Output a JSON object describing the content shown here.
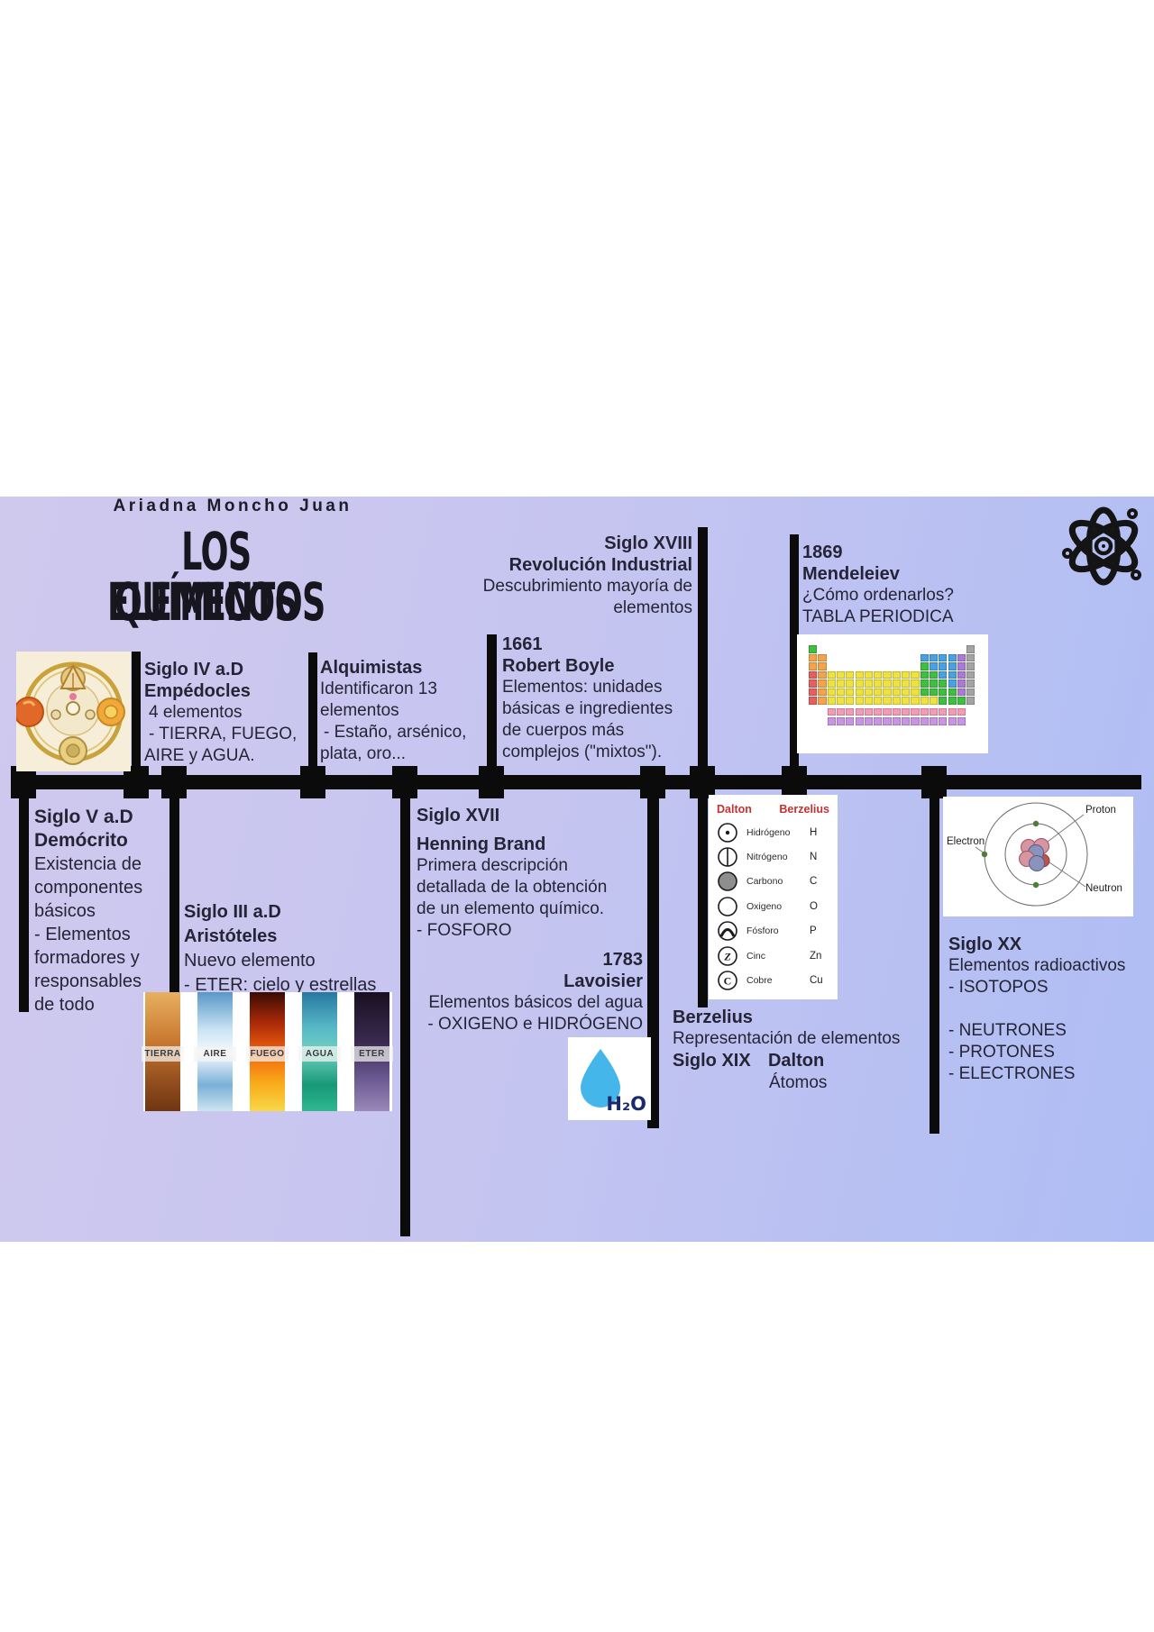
{
  "colors": {
    "bg_left": "#d0c9ee",
    "bg_right": "#aebdf4",
    "ink": "#252436",
    "timeline_black": "#0b0b0b",
    "dalton_header_red": "#c53030",
    "water_drop_blue": "#45b6ea",
    "h2o_text_navy": "#1b2a6b"
  },
  "header": {
    "author": "Ariadna Moncho Juan",
    "title_line1": "LOS ELEMENTOS",
    "title_line2": "QUÍMICOS"
  },
  "icons": {
    "top_right": "atom",
    "lavoisier_box": "water-drop"
  },
  "events": {
    "siglo18": {
      "l1": "Siglo XVIII",
      "l2": "Revolución Industrial",
      "l3": "Descubrimiento mayoría de",
      "l4": "elementos"
    },
    "mendeleiev": {
      "l1": "1869",
      "l2": "Mendeleiev",
      "l3": "¿Cómo ordenarlos?",
      "l4": "TABLA PERIODICA"
    },
    "empedocles": {
      "l1": "Siglo IV a.D",
      "l2": "Empédocles",
      "l3": "4 elementos",
      "l4": "- TIERRA, FUEGO,",
      "l5": "AIRE y AGUA."
    },
    "alquimistas": {
      "l1": "Alquimistas",
      "l2": "Identificaron 13",
      "l3": "elementos",
      "l4": "- Estaño, arsénico,",
      "l5": "plata, oro..."
    },
    "boyle": {
      "l1": "1661",
      "l2": "Robert Boyle",
      "l3": "Elementos: unidades",
      "l4": "básicas e ingredientes",
      "l5": "de cuerpos más",
      "l6": "complejos (\"mixtos\")."
    },
    "democrito": {
      "l1": "Siglo V a.D",
      "l2": "Demócrito",
      "l3": "Existencia de",
      "l4": "componentes",
      "l5": "básicos",
      "l6": "- Elementos",
      "l7": "formadores y",
      "l8": "responsables",
      "l9": "de todo"
    },
    "aristoteles": {
      "l1": "Siglo III a.D",
      "l2": "Aristóteles",
      "l3": "Nuevo elemento",
      "l4": "- ETER: cielo y estrellas"
    },
    "henning": {
      "l1": "Siglo XVII",
      "l2": "Henning Brand",
      "l3": "Primera descripción",
      "l4": "detallada de la obtención",
      "l5": "de un elemento químico.",
      "l6": "- FOSFORO"
    },
    "lavoisier": {
      "l1": "1783",
      "l2": "Lavoisier",
      "l3": "Elementos básicos del agua",
      "l4": "- OXIGENO e HIDRÓGENO"
    },
    "berzelius": {
      "l1": "Berzelius",
      "l2": "Representación de elementos",
      "l3a": "Siglo XIX",
      "l3b": "Dalton",
      "l4": "Átomos"
    },
    "siglo20": {
      "l1": "Siglo XX",
      "l2": "Elementos radioactivos",
      "l3": "- ISOTOPOS",
      "l4": "- NEUTRONES",
      "l5": "- PROTONES",
      "l6": "- ELECTRONES"
    }
  },
  "dalton_table": {
    "col1": "Dalton",
    "col2": "Berzelius",
    "rows": [
      {
        "symbol": "circle-dot",
        "name": "Hidrógeno",
        "abbr": "H"
      },
      {
        "symbol": "circle-vline",
        "name": "Nitrógeno",
        "abbr": "N"
      },
      {
        "symbol": "circle-filled",
        "name": "Carbono",
        "abbr": "C"
      },
      {
        "symbol": "circle-empty",
        "name": "Oxigeno",
        "abbr": "O"
      },
      {
        "symbol": "circle-chevron",
        "name": "Fósforo",
        "abbr": "P"
      },
      {
        "symbol": "circle-letter-z",
        "name": "Cinc",
        "abbr": "Zn"
      },
      {
        "symbol": "circle-letter-c",
        "name": "Cobre",
        "abbr": "Cu"
      }
    ]
  },
  "atom_diagram": {
    "labels": {
      "proton": "Proton",
      "electron": "Electron",
      "neutron": "Neutron"
    }
  },
  "elements_strip": [
    {
      "label": "TIERRA"
    },
    {
      "label": "AIRE"
    },
    {
      "label": "FUEGO"
    },
    {
      "label": "AGUA"
    },
    {
      "label": "ETER"
    }
  ],
  "h2o": {
    "label": "H₂O"
  }
}
